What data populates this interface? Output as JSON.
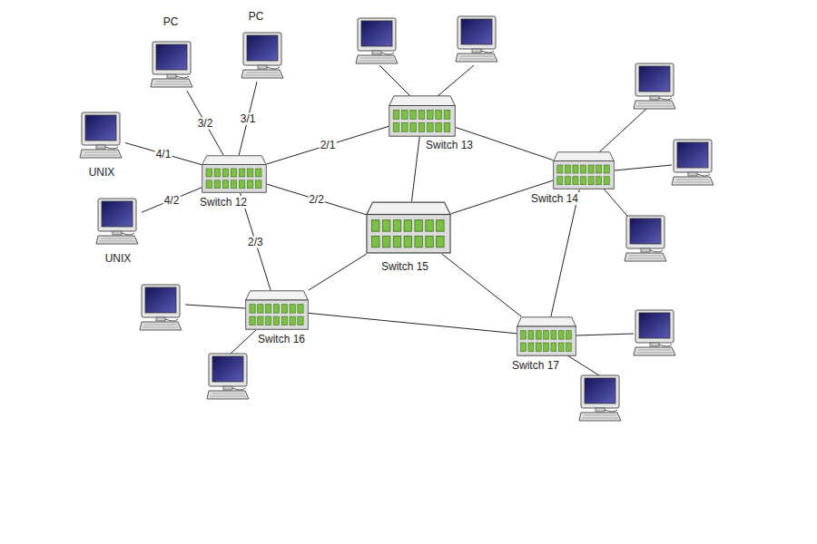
{
  "diagram": {
    "nodes": [
      {
        "text": [
          "PC"
        ]
      },
      {
        "text": [
          "PC"
        ]
      },
      {
        "text": [
          "UNIX"
        ]
      },
      {
        "text": [
          "UNIX"
        ]
      },
      {
        "text": [
          "Switch 12"
        ]
      },
      {
        "text": [
          "Switch 13"
        ]
      },
      {
        "text": [
          "Switch 14"
        ]
      },
      {
        "text": [
          "Switch 15"
        ]
      },
      {
        "text": [
          "Switch 16"
        ]
      },
      {
        "text": [
          "Switch 17"
        ]
      }
    ],
    "edges": [
      {
        "from": 4,
        "to": 0,
        "label": "3/2",
        "arrow": "none"
      },
      {
        "from": 4,
        "to": 1,
        "label": "3/1",
        "arrow": "none"
      },
      {
        "from": 4,
        "to": 2,
        "label": "4/1",
        "arrow": "none"
      },
      {
        "from": 4,
        "to": 3,
        "label": "4/2",
        "arrow": "none"
      },
      {
        "from": 4,
        "to": 5,
        "label": "2/1",
        "arrow": "none"
      },
      {
        "from": 4,
        "to": 7,
        "label": "2/2",
        "arrow": "none"
      },
      {
        "from": 4,
        "to": 8,
        "label": "2/3",
        "arrow": "none"
      },
      {
        "from": 5,
        "to": 6,
        "arrow": "none"
      },
      {
        "from": 5,
        "to": 7,
        "arrow": "none"
      },
      {
        "from": 6,
        "to": 7,
        "arrow": "none"
      },
      {
        "from": 6,
        "to": 9,
        "arrow": "none"
      },
      {
        "from": 7,
        "to": 8,
        "arrow": "none"
      },
      {
        "from": 7,
        "to": 9,
        "arrow": "none"
      },
      {
        "from": 8,
        "to": 9,
        "arrow": "none"
      }
    ]
  }
}
